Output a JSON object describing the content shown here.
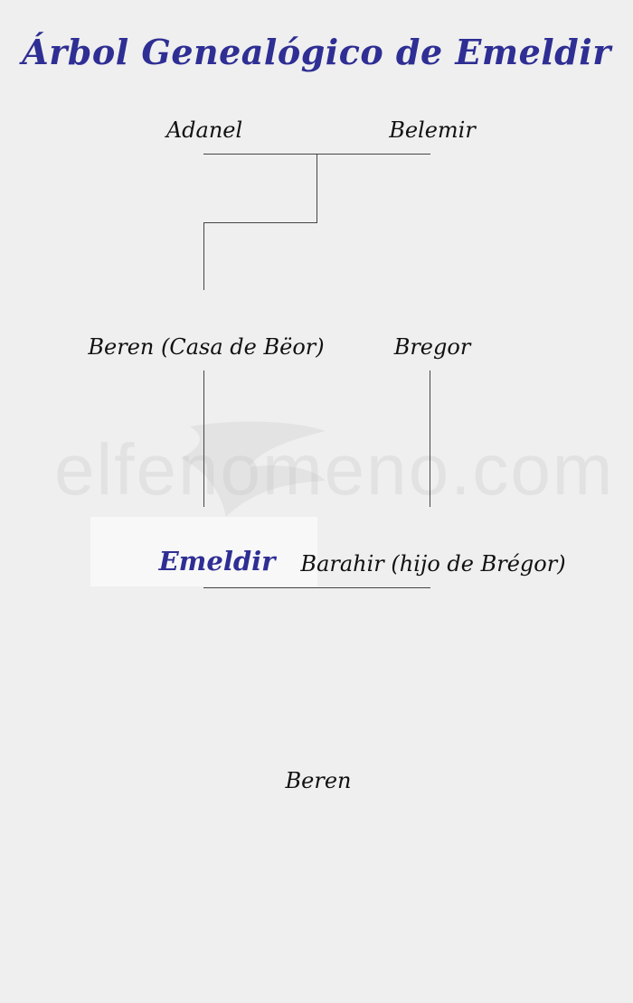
{
  "title": "Árbol Genealógico de Emeldir",
  "watermark": "elfenomeno.com",
  "colors": {
    "title": "#2e2e94",
    "highlight": "#2e2e94",
    "text": "#111111",
    "lines": "#444444",
    "background": "#efefef"
  },
  "generations": [
    {
      "persons": [
        "Adanel",
        "Belemir"
      ]
    },
    {
      "persons": [
        "Beren (Casa de Bëor)",
        "Bregor"
      ]
    },
    {
      "persons": [
        "Emeldir",
        "Barahir (hijo de Brégor)"
      ],
      "focus": "Emeldir"
    },
    {
      "persons": [
        "Beren"
      ]
    }
  ]
}
